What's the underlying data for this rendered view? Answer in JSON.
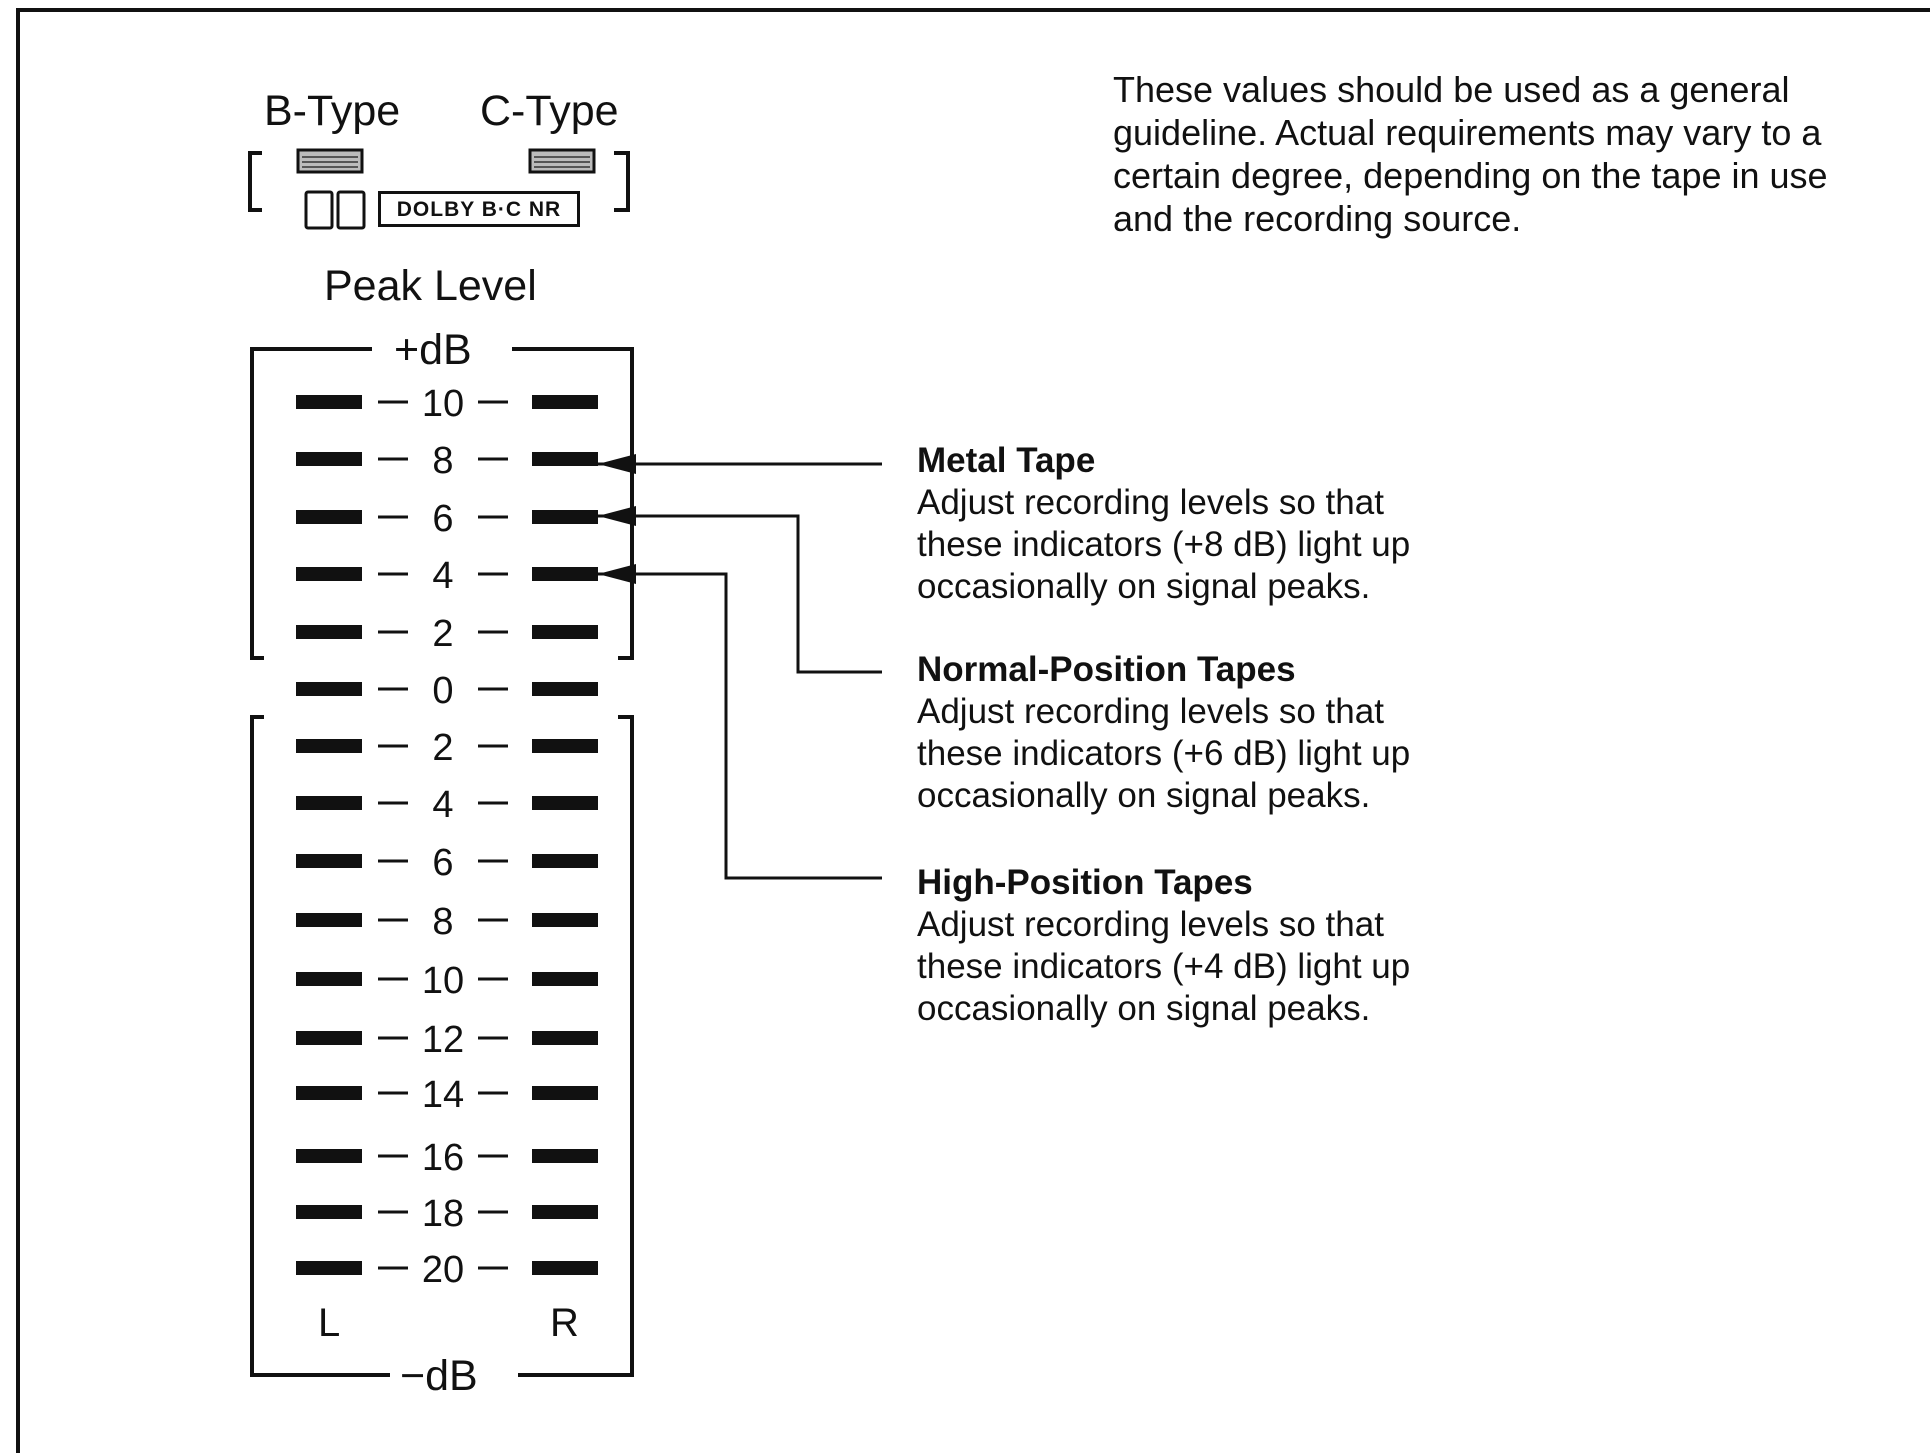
{
  "legend": {
    "b_type": "B-Type",
    "c_type": "C-Type",
    "dolby_label": "DOLBY B·C NR"
  },
  "meter": {
    "title": "Peak Level",
    "plus_db": "+dB",
    "minus_db": "−dB",
    "left_channel": "L",
    "right_channel": "R",
    "ticks": [
      "10",
      "8",
      "6",
      "4",
      "2",
      "0",
      "2",
      "4",
      "6",
      "8",
      "10",
      "12",
      "14",
      "16",
      "18",
      "20"
    ]
  },
  "note": "These values should be used as a general guideline. Actual requirements may vary to a certain degree, depending on the tape in use and the recording source.",
  "annotations": [
    {
      "title": "Metal Tape",
      "lines": [
        "Adjust recording levels so that",
        "these indicators (+8 dB) light up",
        "occasionally on signal peaks."
      ]
    },
    {
      "title": "Normal-Position Tapes",
      "lines": [
        "Adjust recording levels so that",
        "these indicators (+6 dB) light up",
        "occasionally on signal peaks."
      ]
    },
    {
      "title": "High-Position Tapes",
      "lines": [
        "Adjust recording levels so that",
        "these indicators (+4 dB) light up",
        "occasionally on signal peaks."
      ]
    }
  ]
}
